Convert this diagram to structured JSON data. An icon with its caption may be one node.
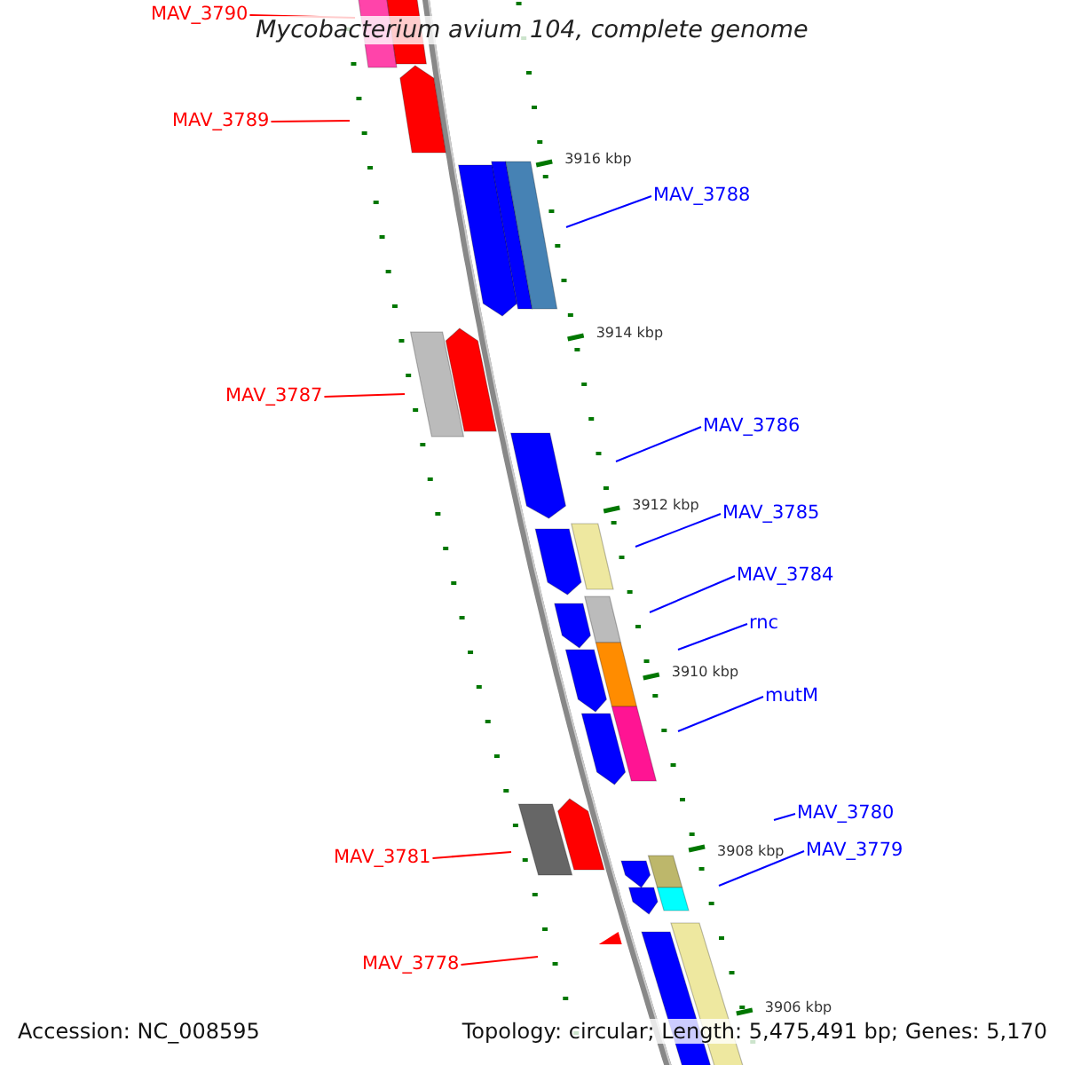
{
  "diagram": {
    "title": "Mycobacterium avium 104, complete genome",
    "nodes": [
      {
        "text": [
          "MAV_3790"
        ]
      },
      {
        "text": [
          "MAV_3789"
        ]
      },
      {
        "text": [
          "MAV_3788"
        ]
      },
      {
        "text": [
          "MAV_3787"
        ]
      },
      {
        "text": [
          "MAV_3786"
        ]
      },
      {
        "text": [
          "MAV_3785"
        ]
      },
      {
        "text": [
          "MAV_3784"
        ]
      },
      {
        "text": [
          "rnc"
        ]
      },
      {
        "text": [
          "mutM"
        ]
      },
      {
        "text": [
          "MAV_3781"
        ]
      },
      {
        "text": [
          "MAV_3780"
        ]
      },
      {
        "text": [
          "MAV_3779"
        ]
      },
      {
        "text": [
          "MAV_3778"
        ]
      }
    ],
    "edges": [
      {
        "from": 0,
        "to": null,
        "arrow": "none",
        "color": "#ff0000"
      },
      {
        "from": 1,
        "to": null,
        "arrow": "none",
        "color": "#ff0000"
      },
      {
        "from": 2,
        "to": null,
        "arrow": "none"
      },
      {
        "from": 3,
        "to": null,
        "arrow": "none",
        "color": "#ff0000"
      },
      {
        "from": 4,
        "to": null,
        "arrow": "none"
      },
      {
        "from": 5,
        "to": null,
        "arrow": "none"
      },
      {
        "from": 6,
        "to": null,
        "arrow": "none"
      },
      {
        "from": 7,
        "to": null,
        "arrow": "none"
      },
      {
        "from": 8,
        "to": null,
        "arrow": "none"
      },
      {
        "from": 9,
        "to": null,
        "arrow": "none",
        "color": "#ff0000"
      },
      {
        "from": 10,
        "to": null,
        "arrow": "none"
      },
      {
        "from": 11,
        "to": null,
        "arrow": "none"
      },
      {
        "from": 12,
        "to": null,
        "arrow": "none",
        "color": "#ff0000"
      }
    ],
    "labels": [
      "3916 kbp",
      "3914 kbp",
      "3912 kbp",
      "3910 kbp",
      "3908 kbp",
      "3906 kbp",
      "Accession: NC_008595",
      "Topology: circular; Length: 5,475,491 bp; Genes: 5,170"
    ]
  }
}
